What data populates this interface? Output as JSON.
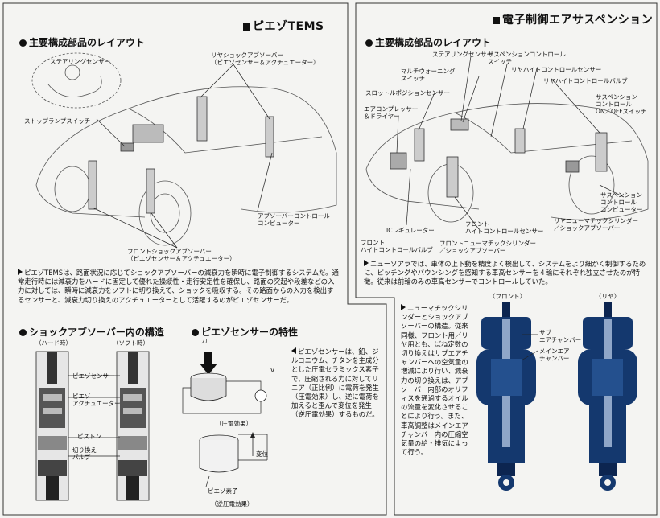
{
  "left": {
    "title": "ピエゾTEMS",
    "layout_heading": "主要構成部品のレイアウト",
    "labels": {
      "steering_sensor": "ステアリングセンサー",
      "rear_shock": "リヤショックアブソーバー\n（ピエゾセンサー＆アクチュエーター）",
      "stop_lamp": "ストップランプスイッチ",
      "absorber_ecu": "アブソーバーコントロール\nコンピューター",
      "front_shock": "フロントショックアブソーバー\n（ピエゾセンサー＆アクチュエーター）"
    },
    "description": "ピエゾTEMSは、路面状況に応じてショックアブソーバーの減衰力を瞬時に電子制御するシステムだ。通常走行時には減衰力をハードに固定して優れた操縦性・走行安定性を確保し、路面の突起や段差などの入力に対しては、瞬時に減衰力をソフトに切り換えて、ショックを吸収する。その路面からの入力を検出するセンサーと、減衰力切り換えのアクチュエーターとして活躍するのがピエゾセンサーだ。",
    "structure_heading": "ショックアブソーバー内の構造",
    "hard_label": "（ハード時）",
    "soft_label": "（ソフト時）",
    "struct_labels": {
      "piezo_sensor": "ピエゾセンサー",
      "piezo_actuator": "ピエゾ\nアクチュエーター",
      "piston": "ピストン",
      "switch_valve": "切り換え\nバルブ"
    },
    "piezo_heading": "ピエゾセンサーの特性",
    "force_label": "力",
    "volt_label": "V",
    "piezo_effect": "（圧電効果）",
    "displacement": "変位",
    "element_label": "ピエゾ素子",
    "inverse_effect": "（逆圧電効果）",
    "piezo_text": "ピエゾセンサーは、鉛、ジルコニウム、チタンを主成分とした圧電セラミックス素子で、圧縮される力に対してリニア（正比例）に電荷を発生（圧電効果）し、逆に電荷を加えると歪んで変位を発生（逆圧電効果）するものだ。"
  },
  "right": {
    "title": "電子制御エアサスペンション",
    "layout_heading": "主要構成部品のレイアウト",
    "labels": {
      "steering_sensor": "ステアリングセンサー",
      "multi_warning": "マルチウォーニング\nスイッチ",
      "susp_control_switch": "サスペンションコントロール\nスイッチ",
      "rear_height_sensor": "リヤハイトコントロールセンサー",
      "rear_height_valve": "リヤハイトコントロールバルブ",
      "throttle_sensor": "スロットルポジションセンサー",
      "susp_onoff": "サスペンション\nコントロール\nON／OFFスイッチ",
      "compressor": "エアコンプレッサー\n＆ドライヤー",
      "susp_ecu": "サスペンション\nコントロール\nコンピューター",
      "rear_pneumatic": "リヤニューマチックシリンダー\n／ショックアブソーバー",
      "ic_regulator": "ICレギュレーター",
      "front_height_sensor": "フロント\nハイトコントロールセンサー",
      "front_height_valve": "フロント\nハイトコントロールバルブ",
      "front_pneumatic": "フロントニューマチックシリンダー\n／ショックアブソーバー"
    },
    "description": "ニューソアラでは、車体の上下動を精度よく検出して、システムをより細かく制御するために、ピッチングやバウンシングを感知する車高センサーを４輪にそれぞれ独立させたのが特徴。従来は前輪のみの車高センサーでコントロールしていた。",
    "front_label": "〈フロント〉",
    "rear_label": "〈リヤ〉",
    "side_text": "ニューマチックシリンダーとショックアブソーバーの構造。従来同様、フロント用／リヤ用とも、ばね定数の切り換えはサブエアチャンバーへの空気量の増減により行い、減衰力の切り換えは、アブソーバー内部のオリフィスを通過するオイルの流量を変化させることにより行う。また、車高調整はメインエアチャンバー内の圧縮空気量の給・排気によって行う。",
    "sub_chamber": "サブ\nエアチャンバー",
    "main_chamber": "メインエア\nチャンバー"
  },
  "colors": {
    "navy": "#14386e",
    "navy_dark": "#0c2550"
  }
}
